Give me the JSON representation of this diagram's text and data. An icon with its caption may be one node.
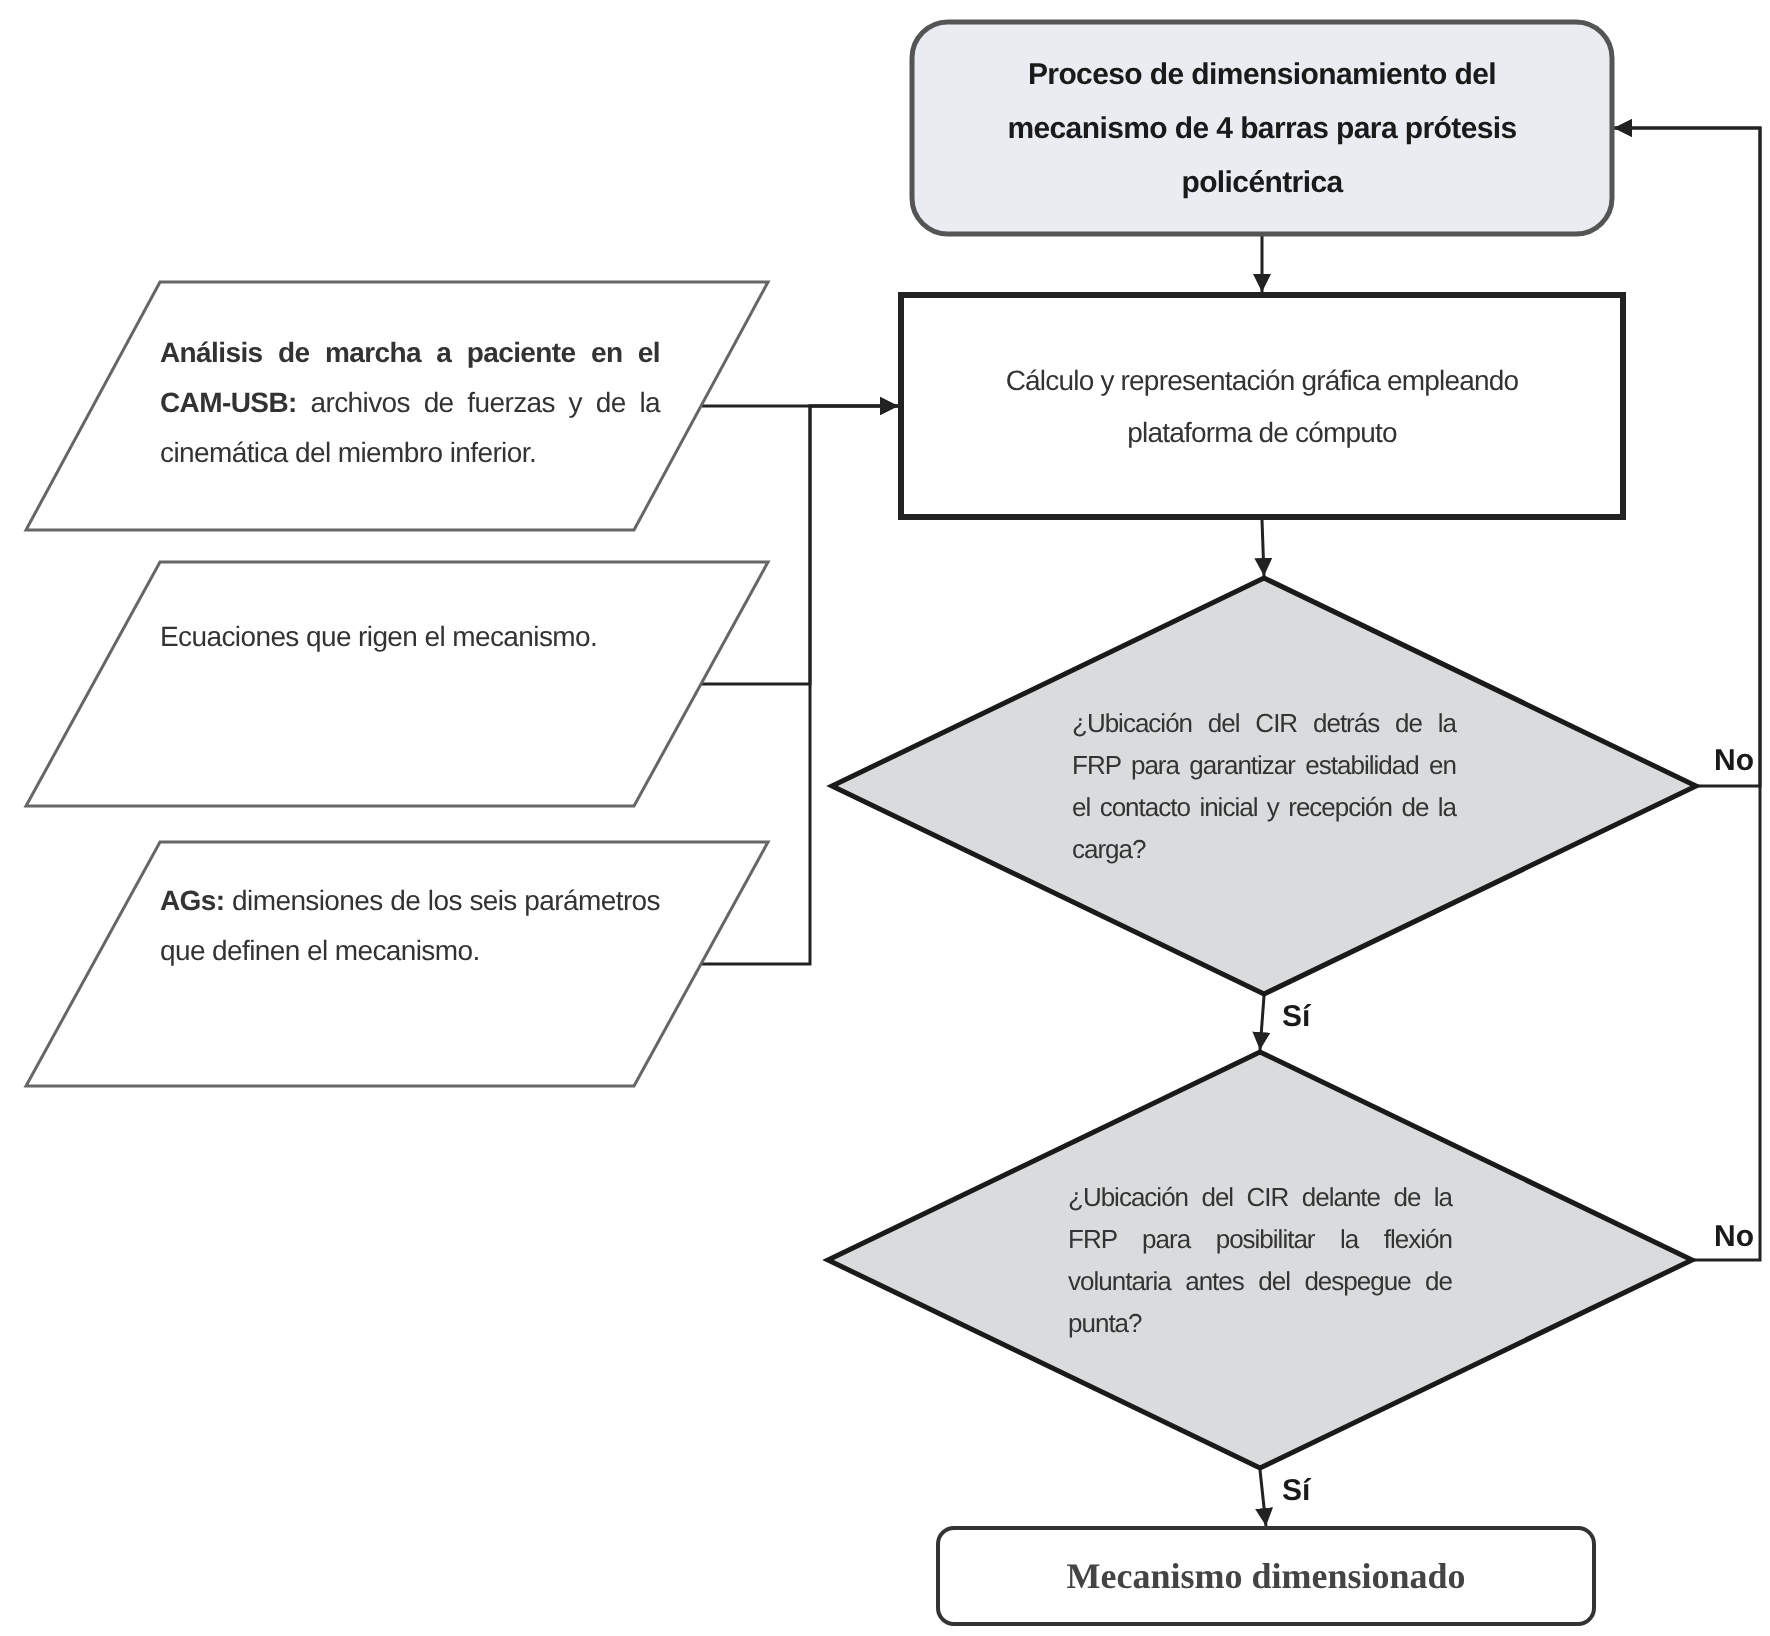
{
  "diagram": {
    "nodes": [
      {
        "text": [
          "Proceso de dimensionamiento del mecanismo de 4 barras para prótesis policéntrica"
        ]
      },
      {
        "text": [
          "Cálculo y representación gráfica empleando plataforma de cómputo"
        ]
      },
      {
        "text": [
          "**Análisis de marcha a paciente en el CAM-USB:** archivos de fuerzas y de la cinemática del miembro inferior."
        ]
      },
      {
        "text": [
          "Ecuaciones que rigen el mecanismo."
        ]
      },
      {
        "text": [
          "**AGs:** dimensiones de los seis parámetros que definen el mecanismo."
        ]
      },
      {
        "text": [
          "¿Ubicación del CIR detrás de la FRP para garantizar estabilidad en el contacto inicial y recepción de la carga?"
        ]
      },
      {
        "text": [
          "¿Ubicación del CIR delante de la FRP para posibilitar la flexión voluntaria antes del despegue de punta?"
        ]
      },
      {
        "text": [
          "Mecanismo dimensionado"
        ]
      }
    ],
    "edges": [
      {
        "from": 0,
        "to": 1,
        "arrow": "to"
      },
      {
        "from": 2,
        "to": 1,
        "arrow": "to"
      },
      {
        "from": 3,
        "to": 1,
        "arrow": "to"
      },
      {
        "from": 4,
        "to": 1,
        "arrow": "to"
      },
      {
        "from": 1,
        "to": 5,
        "arrow": "to"
      },
      {
        "from": 5,
        "to": 6,
        "arrow": "to",
        "label": "Sí"
      },
      {
        "from": 6,
        "to": 7,
        "arrow": "to",
        "label": "Sí"
      },
      {
        "from": 5,
        "to": 0,
        "arrow": "to",
        "label": "No"
      },
      {
        "from": 6,
        "to": 0,
        "arrow": "to",
        "label": "No"
      }
    ]
  }
}
